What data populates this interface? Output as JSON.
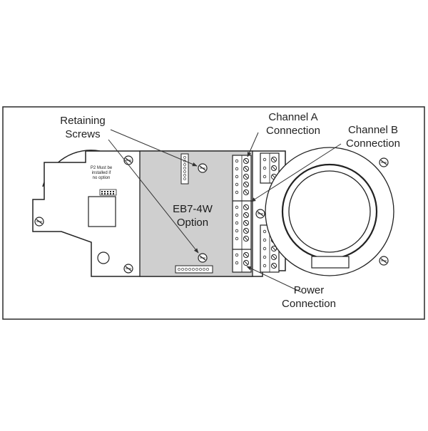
{
  "labels": {
    "retaining_screws": [
      "Retaining",
      "Screws"
    ],
    "channel_a": [
      "Channel A",
      "Connection"
    ],
    "channel_b": [
      "Channel B",
      "Connection"
    ],
    "power": [
      "Power",
      "Connection"
    ],
    "option_board": [
      "EB7-4W",
      "Option"
    ],
    "p2_note": [
      "P2 Must be",
      "installed if",
      "no option"
    ]
  },
  "colors": {
    "frame": "#2a2a2a",
    "board_fill": "#ffffff",
    "option_fill": "#cfcfcf",
    "leader": "#333333"
  }
}
